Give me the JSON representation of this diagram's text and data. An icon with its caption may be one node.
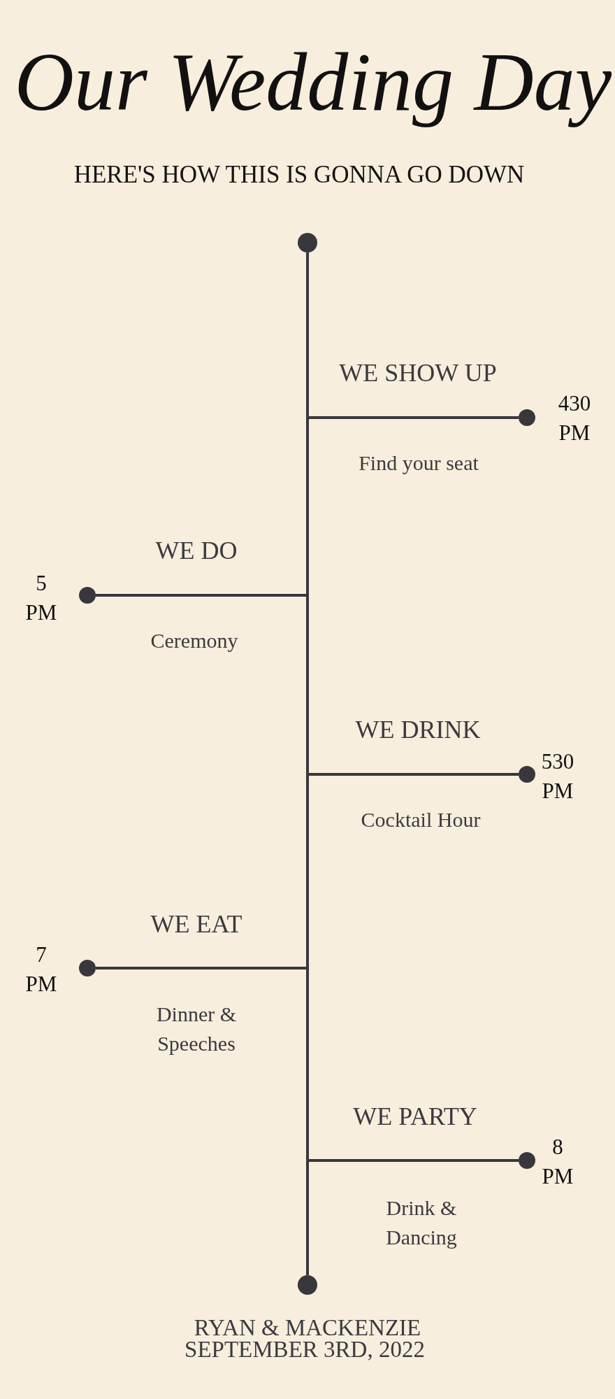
{
  "diagram": {
    "title": "Our Wedding Day",
    "nodes": [
      {
        "text": [],
        "shape": "circle"
      },
      {
        "text": [],
        "shape": "circle",
        "beside": [
          "430 PM"
        ]
      },
      {
        "text": [],
        "shape": "circle",
        "beside": [
          "5 PM"
        ]
      },
      {
        "text": [],
        "shape": "circle",
        "beside": [
          "530 PM"
        ]
      },
      {
        "text": [],
        "shape": "circle",
        "beside": [
          "7 PM"
        ]
      },
      {
        "text": [],
        "shape": "circle",
        "beside": [
          "8 PM"
        ]
      },
      {
        "text": [],
        "shape": "circle"
      }
    ],
    "edges": [
      {
        "from": 0,
        "to": 6,
        "arrow": "none"
      },
      {
        "from": null,
        "to": 1,
        "arrow": "none"
      },
      {
        "from": null,
        "to": 2,
        "arrow": "none"
      },
      {
        "from": null,
        "to": 3,
        "arrow": "none"
      },
      {
        "from": null,
        "to": 4,
        "arrow": "none"
      },
      {
        "from": null,
        "to": 5,
        "arrow": "none"
      }
    ],
    "labels": [
      "HERE'S HOW THIS IS GONNA GO DOWN",
      "WE SHOW UP",
      "Find your seat",
      "WE DO",
      "Ceremony",
      "WE DRINK",
      "Cocktail Hour",
      "WE EAT",
      "Dinner & Speeches",
      "WE PARTY",
      "Drink & Dancing",
      "RYAN & MACKENZIE",
      "SEPTEMBER 3RD, 2022"
    ]
  }
}
